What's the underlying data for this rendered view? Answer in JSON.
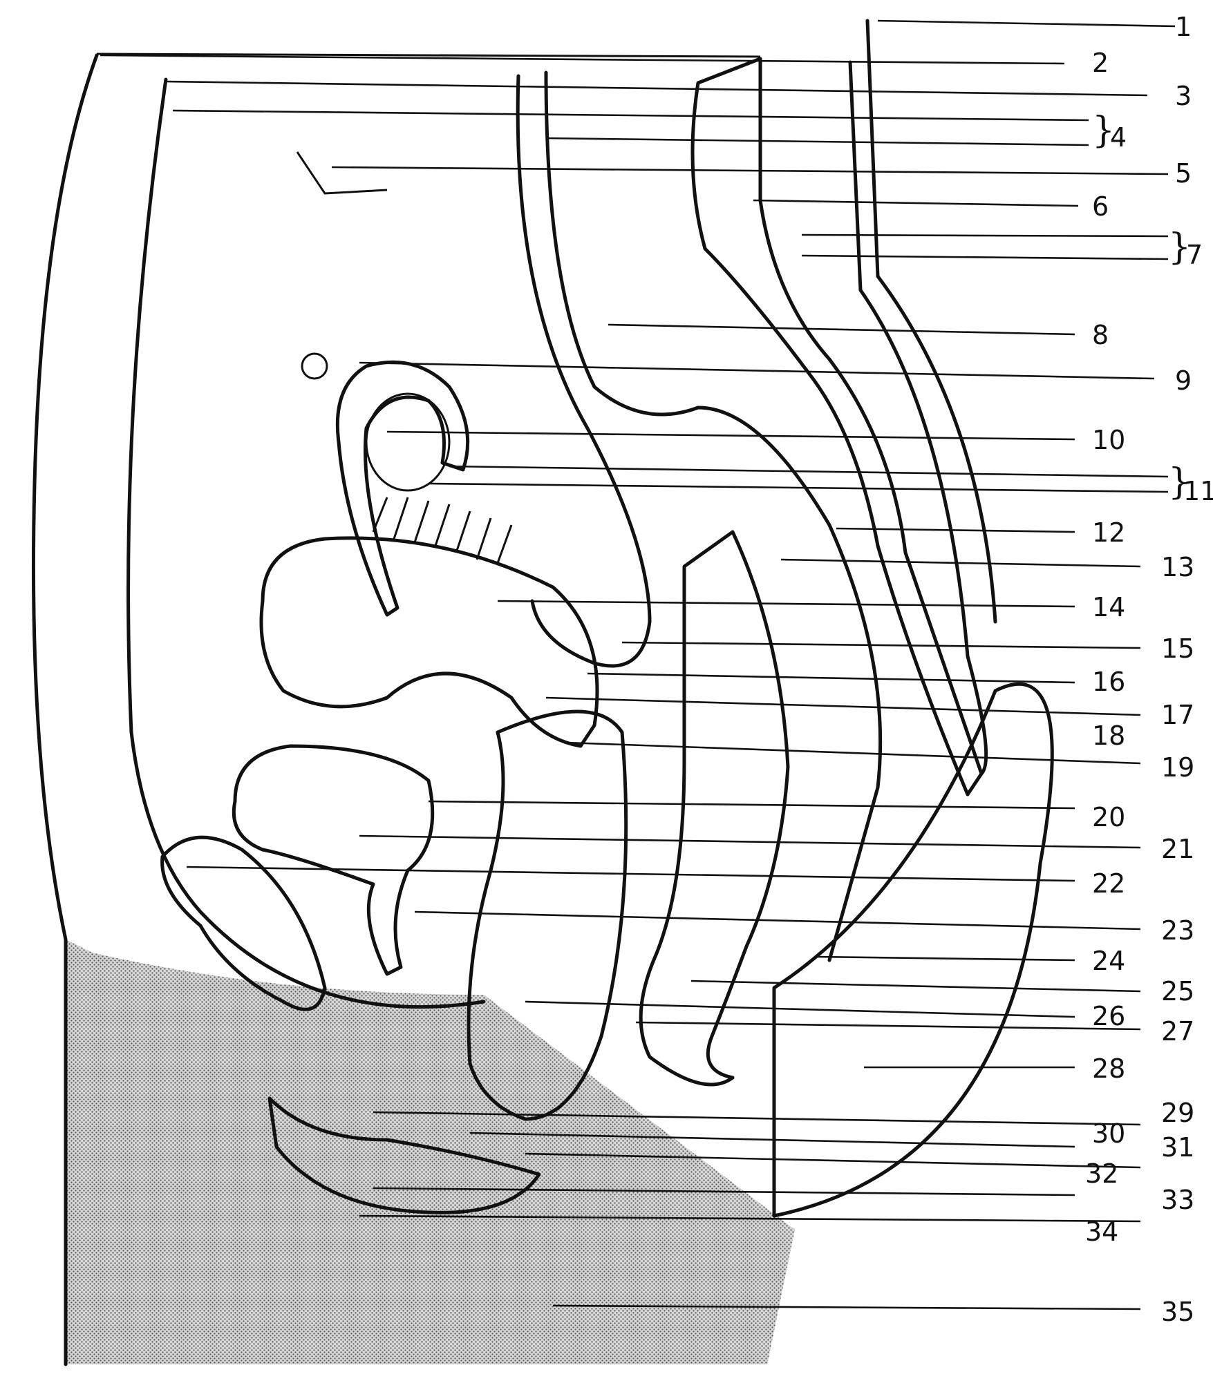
{
  "labels": [
    "1",
    "2",
    "3",
    "4",
    "5",
    "6",
    "7",
    "8",
    "9",
    "10",
    "11",
    "12",
    "13",
    "14",
    "15",
    "16",
    "17",
    "18",
    "19",
    "20",
    "21",
    "22",
    "23",
    "24",
    "25",
    "26",
    "27",
    "28",
    "29",
    "30",
    "31",
    "32",
    "33",
    "34",
    "35"
  ],
  "braces": {
    "4": "}",
    "7": "}",
    "11": "}"
  },
  "colors": {
    "ink": "#111111",
    "paper": "#ffffff",
    "stipple": "#9a9a9a"
  }
}
